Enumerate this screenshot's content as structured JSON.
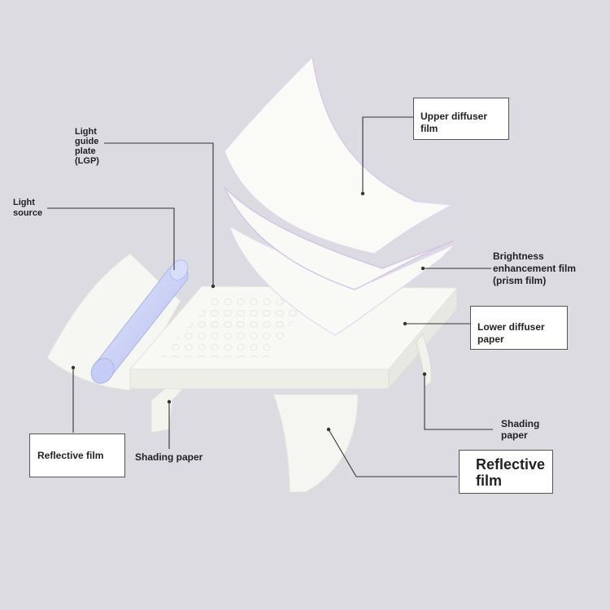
{
  "labels": {
    "light_guide_plate": "Light\nguide\nplate\n(LGP)",
    "light_source": "Light\nsource",
    "upper_diffuser": "Upper diffuser\nfilm",
    "brightness_film": "Brightness\nenhancement film\n(prism film)",
    "lower_diffuser": "Lower diffuser\npaper",
    "shading_paper_right": "Shading\npaper",
    "shading_paper_left": "Shading paper",
    "reflective_film_left": "Reflective film",
    "reflective_film_right": "Reflective\nfilm"
  },
  "colors": {
    "background": "#dddbe2",
    "film": "#f7f7f3",
    "film_edge": "#c9b8e0",
    "light_source": "#c8d0f4",
    "leader_line": "#333333"
  }
}
